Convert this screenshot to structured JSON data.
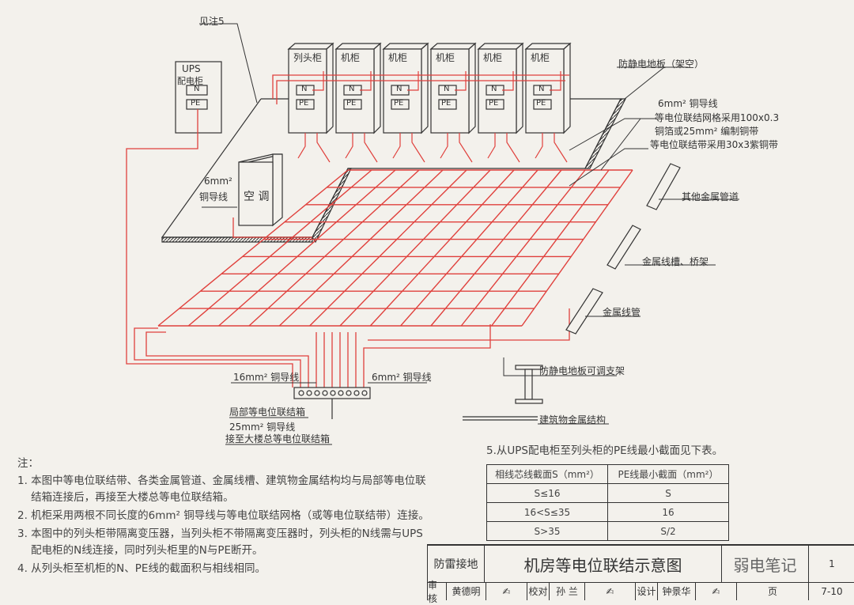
{
  "diagram": {
    "labels": {
      "see_note": "见注5",
      "ups_cabinet_1": "UPS",
      "ups_cabinet_2": "配电柜",
      "n": "N",
      "pe": "PE",
      "head_cabinet": "列头柜",
      "cabinet": "机柜",
      "antistatic_floor": "防静电地板（架空）",
      "copper_6mm": "6mm² 铜导线",
      "grid_spec": "等电位联结网格采用100x0.3",
      "foil_spec": "铜箔或25mm² 编制铜带",
      "strip_spec": "等电位联结带采用30x3紫铜带",
      "ac_copper_1": "6mm²",
      "ac_copper_2": "铜导线",
      "air_conditioner": "空 调",
      "other_pipes": "其他金属管道",
      "trays": "金属线槽、桥架",
      "conduit": "金属线管",
      "copper_16mm": "16mm² 铜导线",
      "copper_6mm_b": "6mm² 铜导线",
      "floor_support": "防静电地板可调支架",
      "local_box": "局部等电位联结箱",
      "copper_25mm": "25mm² 铜导线",
      "to_main_box": "接至大楼总等电位联结箱",
      "building_metal": "建筑物金属结构"
    },
    "cabinets": [
      "列头柜",
      "机柜",
      "机柜",
      "机柜",
      "机柜",
      "机柜"
    ],
    "colors": {
      "bond_wire": "#e0403c",
      "line": "#333333"
    }
  },
  "notes": {
    "title": "注：",
    "lines": [
      "1. 本图中等电位联结带、各类金属管道、金属线槽、建筑物金属结构均与局部等电位联",
      "    结箱连接后，再接至大楼总等电位联结箱。",
      "2. 机柜采用两根不同长度的6mm² 铜导线与等电位联结网格（或等电位联结带）连接。",
      "3. 本图中的列头柜带隔离变压器，当列头柜不带隔离变压器时，列头柜的N线需与UPS",
      "    配电柜的N线连接，同时列头柜里的N与PE断开。",
      "4. 从列头柜至机柜的N、PE线的截面积与相线相同。"
    ],
    "note5": "5.从UPS配电柜至列头柜的PE线最小截面见下表。"
  },
  "pe_table": {
    "headers": [
      "相线芯线截面S（mm²）",
      "PE线最小截面（mm²）"
    ],
    "rows": [
      [
        "S≤16",
        "S"
      ],
      [
        "16<S≤35",
        "16"
      ],
      [
        "S>35",
        "S/2"
      ]
    ]
  },
  "title_block": {
    "category": "防雷接地",
    "title": "机房等电位联结示意图",
    "watermark": "弱电笔记",
    "review_label": "审核",
    "reviewer": "黄德明",
    "check_label": "校对",
    "checker": "孙 兰",
    "design_label": "设计",
    "designer": "钟景华",
    "page_label": "页",
    "page": "7-10",
    "drawing_no_suffix": "1"
  }
}
